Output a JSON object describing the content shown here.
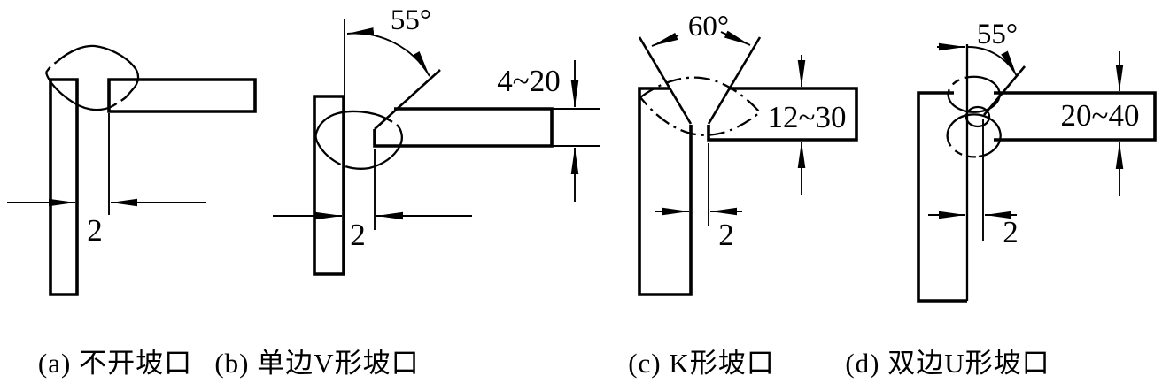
{
  "panels": [
    {
      "key": "a",
      "caption": "(a) 不开坡口",
      "root_gap": "2"
    },
    {
      "key": "b",
      "caption": "(b) 单边V形坡口",
      "root_gap": "2",
      "angle": "55°",
      "thickness": "4~20"
    },
    {
      "key": "c",
      "caption": "(c) K形坡口",
      "root_gap": "2",
      "angle": "60°",
      "thickness": "12~30"
    },
    {
      "key": "d",
      "caption": "(d) 双边U形坡口",
      "root_gap": "2",
      "angle": "55°",
      "thickness": "20~40"
    }
  ],
  "colors": {
    "ink": "#000000",
    "background": "#ffffff"
  }
}
